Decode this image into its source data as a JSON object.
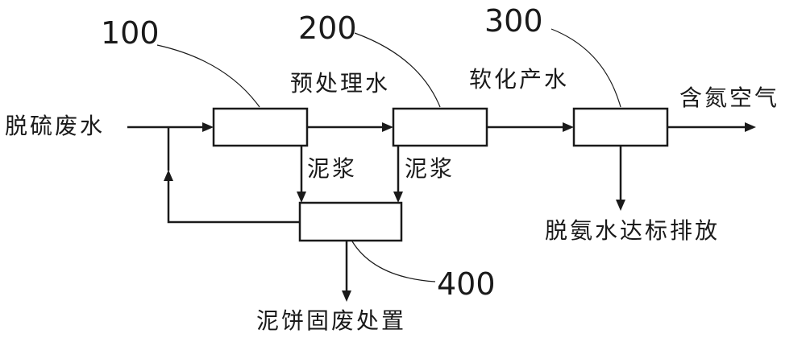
{
  "units": [
    {
      "ref": "100"
    },
    {
      "ref": "200"
    },
    {
      "ref": "300"
    },
    {
      "ref": "400"
    }
  ],
  "flows": {
    "inlet": "脱硫废水",
    "pretreated_water": "预处理水",
    "softened_water": "软化产水",
    "ammonia_air": "含氮空气",
    "sludge_1": "泥浆",
    "sludge_2": "泥浆",
    "deammoniated_discharge": "脱氨水达标排放",
    "cake_disposal": "泥饼固废处置"
  },
  "colors": {
    "line": "#1a1a1a",
    "background": "#ffffff"
  }
}
